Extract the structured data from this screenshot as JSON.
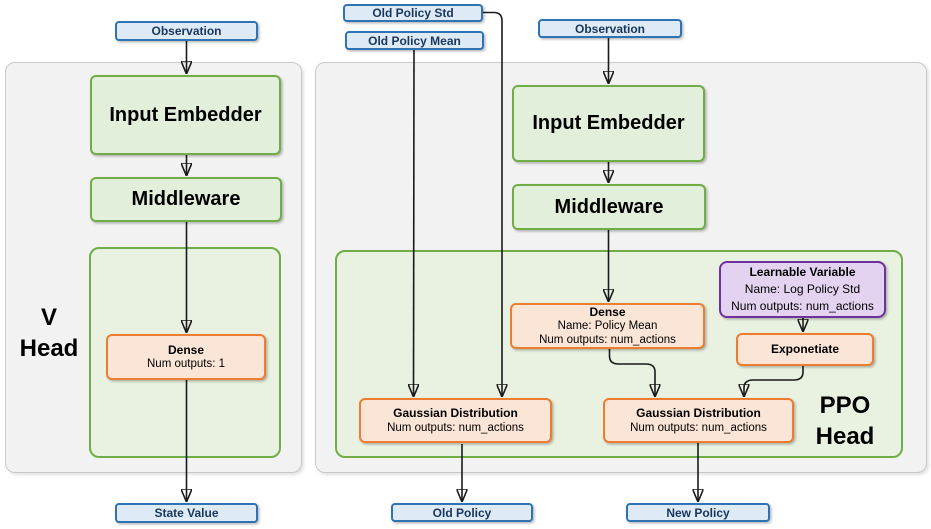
{
  "colors": {
    "blue_border": "#2E74B5",
    "blue_fill": "#DEEAF6",
    "blue_text": "#17375E",
    "green_border": "#70AD47",
    "green_fill": "#E2EFDA",
    "green_panel_fill": "#E9F2E1",
    "orange_border": "#ED7D31",
    "orange_fill": "#FBE5D6",
    "purple_border": "#7030A0",
    "purple_fill": "#E3D3F0",
    "panel_fill": "#F2F2F2",
    "panel_border": "#C9C9C9",
    "arrow": "#1A1A1A"
  },
  "v_network": {
    "observation": "Observation",
    "input_embedder": "Input Embedder",
    "middleware": "Middleware",
    "head_label_line1": "V",
    "head_label_line2": "Head",
    "dense": {
      "title": "Dense",
      "detail1": "Num outputs: 1"
    },
    "state_value": "State Value"
  },
  "ppo_network": {
    "old_policy_std": "Old Policy Std",
    "old_policy_mean": "Old Policy Mean",
    "observation": "Observation",
    "input_embedder": "Input Embedder",
    "middleware": "Middleware",
    "head_label_line1": "PPO",
    "head_label_line2": "Head",
    "dense": {
      "title": "Dense",
      "detail1": "Name: Policy Mean",
      "detail2": "Num outputs: num_actions"
    },
    "learnable_variable": {
      "title": "Learnable Variable",
      "detail1": "Name: Log Policy Std",
      "detail2": "Num outputs: num_actions"
    },
    "exponetiate": "Exponetiate",
    "gaussian_old": {
      "title": "Gaussian Distribution",
      "detail1": "Num outputs: num_actions"
    },
    "gaussian_new": {
      "title": "Gaussian Distribution",
      "detail1": "Num outputs: num_actions"
    },
    "old_policy": "Old Policy",
    "new_policy": "New Policy"
  }
}
